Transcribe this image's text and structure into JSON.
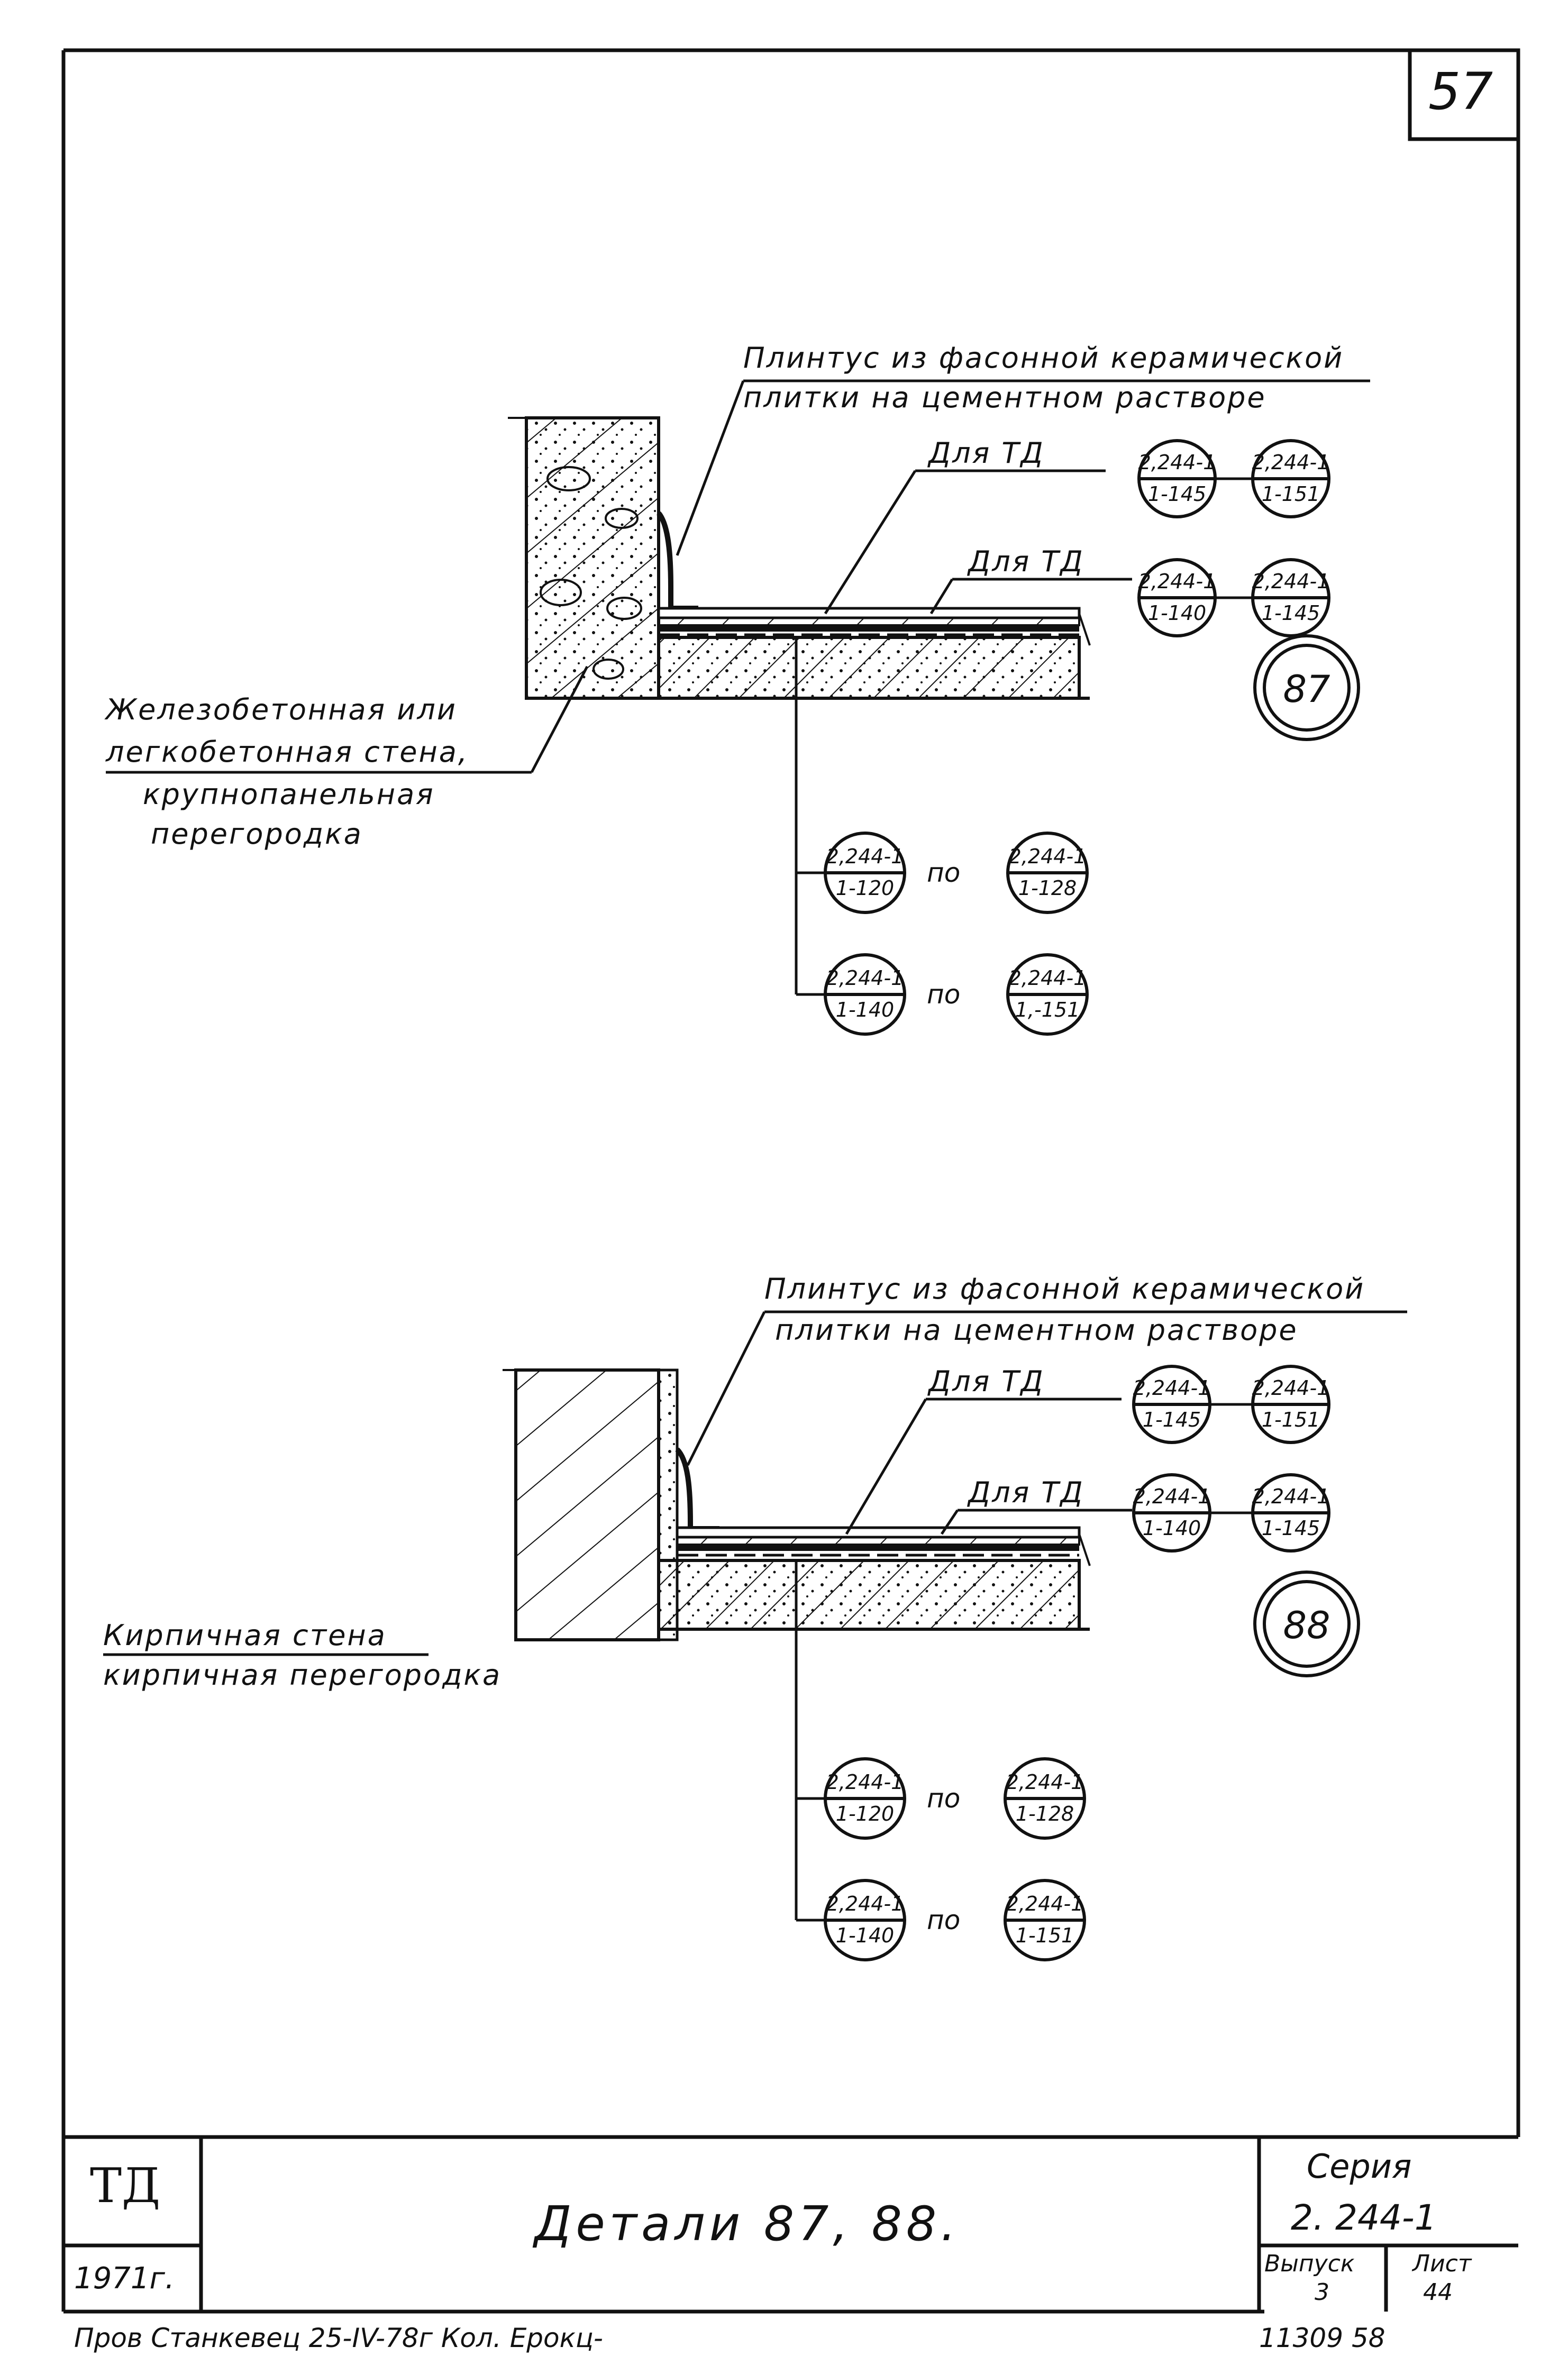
{
  "sheet": {
    "page_number": "57",
    "title": "Детали 87, 88.",
    "stamp_logo": "ТД",
    "year": "1971г.",
    "series_label": "Серия",
    "series_value": "2. 244-1",
    "issue_label": "Выпуск",
    "issue_value": "3",
    "sheet_label": "Лист",
    "sheet_value": "44",
    "footer_left": "Пров Станкевец 25-IV-78г Кол. Ерокц-",
    "footer_right": "11309 58"
  },
  "detail_87": {
    "plinth_line1": "Плинтус из фасонной керамической",
    "plinth_line2": "плитки на цементном растворе",
    "for_td_1": "Для ТД",
    "for_td_2": "Для ТД",
    "wall_line1": "Железобетонная или",
    "wall_line2": "легкобетонная стена,",
    "wall_line3": "крупнопанельная",
    "wall_line4": "перегородка",
    "detail_number": "87",
    "refs_row1": [
      {
        "top": "2,244-1",
        "bottom": "1-145"
      },
      {
        "top": "2,244-1",
        "bottom": "1-151"
      }
    ],
    "refs_row2": [
      {
        "top": "2,244-1",
        "bottom": "1-140"
      },
      {
        "top": "2,244-1",
        "bottom": "1-145"
      }
    ],
    "base_refs_1": {
      "from_top": "2,244-1",
      "from_bottom": "1-120",
      "word": "по",
      "to_top": "2,244-1",
      "to_bottom": "1-128"
    },
    "base_refs_2": {
      "from_top": "2,244-1",
      "from_bottom": "1-140",
      "word": "по",
      "to_top": "2,244-1",
      "to_bottom": "1,-151"
    }
  },
  "detail_88": {
    "plinth_line1": "Плинтус из фасонной керамической",
    "plinth_line2": "плитки на цементном растворе",
    "for_td_1": "Для ТД",
    "for_td_2": "Для ТД",
    "wall_line1": "Кирпичная стена",
    "wall_line2": "кирпичная перегородка",
    "detail_number": "88",
    "refs_row1": [
      {
        "top": "2,244-1",
        "bottom": "1-145"
      },
      {
        "top": "2,244-1",
        "bottom": "1-151"
      }
    ],
    "refs_row2": [
      {
        "top": "2,244-1",
        "bottom": "1-140"
      },
      {
        "top": "2,244-1",
        "bottom": "1-145"
      }
    ],
    "base_refs_1": {
      "from_top": "2,244-1",
      "from_bottom": "1-120",
      "word": "по",
      "to_top": "2,244-1",
      "to_bottom": "1-128"
    },
    "base_refs_2": {
      "from_top": "2,244-1",
      "from_bottom": "1-140",
      "word": "по",
      "to_top": "2,244-1",
      "to_bottom": "1-151"
    }
  }
}
